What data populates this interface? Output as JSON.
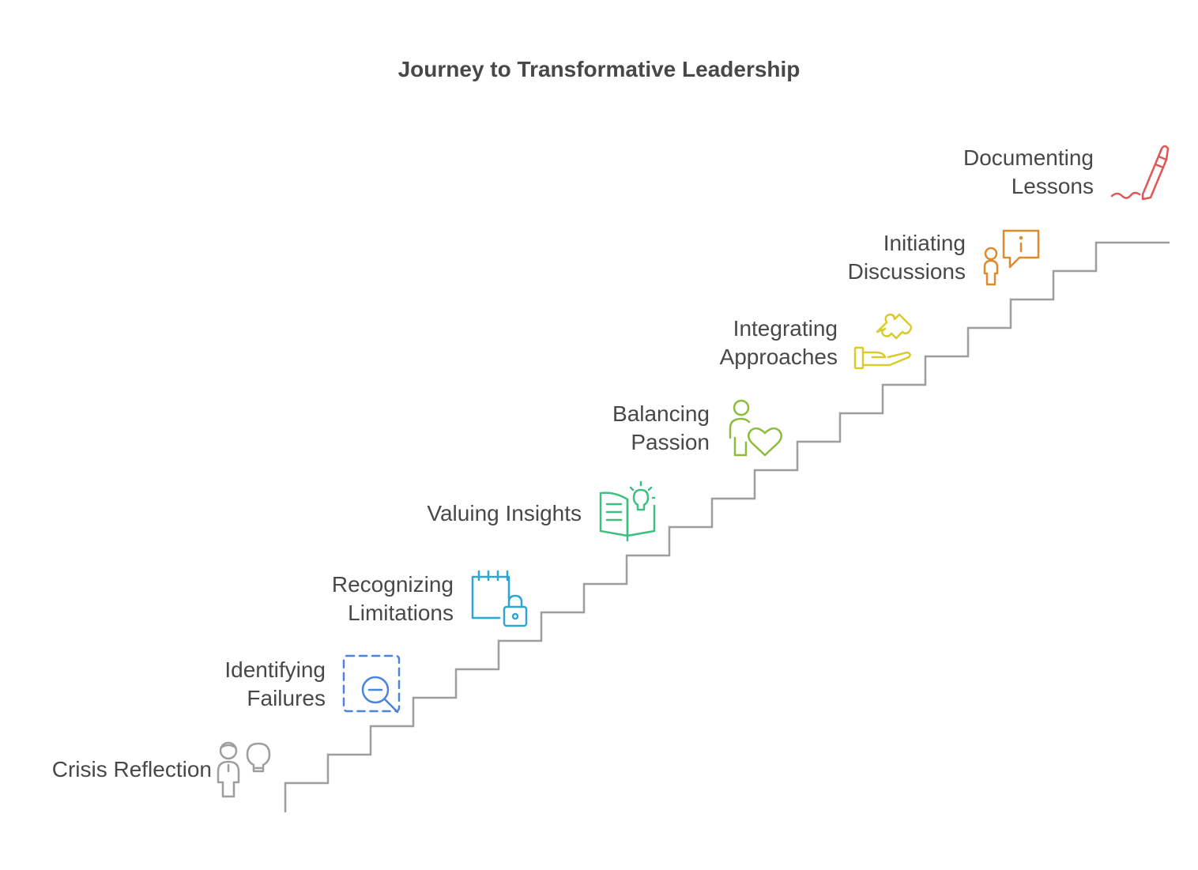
{
  "title": "Journey to Transformative Leadership",
  "steps": [
    {
      "line1": "Crisis Reflection",
      "line2": "",
      "icon": "person-lightbulb-icon",
      "color": "#9e9e9e"
    },
    {
      "line1": "Identifying",
      "line2": "Failures",
      "icon": "magnifier-minus-icon",
      "color": "#4a84db"
    },
    {
      "line1": "Recognizing",
      "line2": "Limitations",
      "icon": "calendar-lock-icon",
      "color": "#2aa7d2"
    },
    {
      "line1": "Valuing Insights",
      "line2": "",
      "icon": "book-lightbulb-icon",
      "color": "#3fbf7f"
    },
    {
      "line1": "Balancing",
      "line2": "Passion",
      "icon": "person-heart-icon",
      "color": "#8cbd3a"
    },
    {
      "line1": "Integrating",
      "line2": "Approaches",
      "icon": "hand-puzzle-icon",
      "color": "#d9cc2a"
    },
    {
      "line1": "Initiating",
      "line2": "Discussions",
      "icon": "person-speech-info-icon",
      "color": "#e08a2e"
    },
    {
      "line1": "Documenting",
      "line2": "Lessons",
      "icon": "pen-icon",
      "color": "#e05555"
    }
  ],
  "colors": {
    "staircase": "#9e9e9e",
    "text": "#484848"
  }
}
